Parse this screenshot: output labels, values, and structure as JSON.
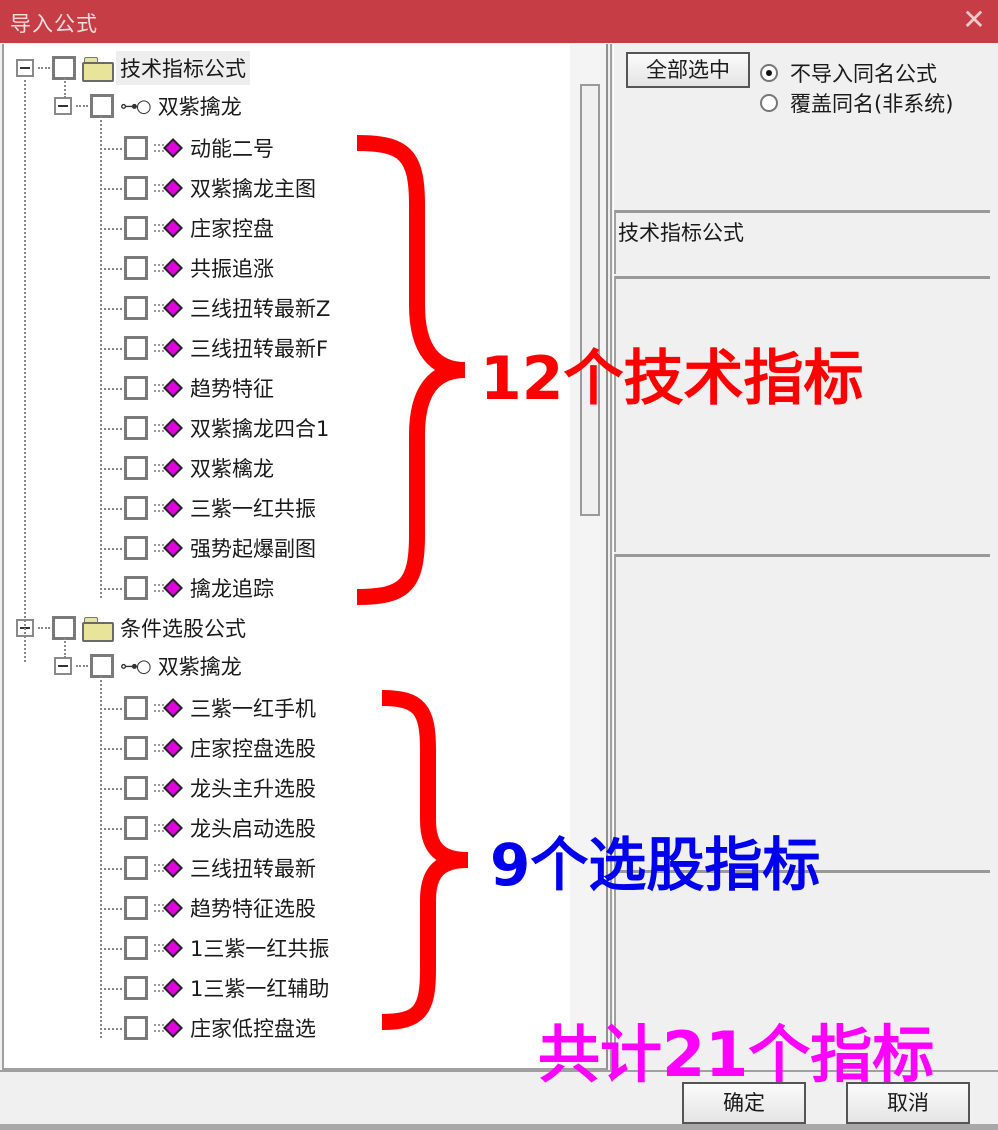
{
  "window": {
    "title": "导入公式",
    "close_glyph": "✕"
  },
  "tree": {
    "groups": [
      {
        "label": "技术指标公式",
        "sub": {
          "label": "双紫擒龙",
          "items": [
            "动能二号",
            "双紫擒龙主图",
            "庄家控盘",
            "共振追涨",
            "三线扭转最新Z",
            "三线扭转最新F",
            "趋势特征",
            "双紫擒龙四合1",
            "双紫檎龙",
            "三紫一红共振",
            "强势起爆副图",
            "擒龙追踪"
          ]
        }
      },
      {
        "label": "条件选股公式",
        "sub": {
          "label": "双紫擒龙",
          "items": [
            "三紫一红手机",
            "庄家控盘选股",
            "龙头主升选股",
            "龙头启动选股",
            "三线扭转最新",
            "趋势特征选股",
            "1三紫一红共振",
            "1三紫一红辅助",
            "庄家低控盘选"
          ]
        }
      }
    ]
  },
  "right_panel": {
    "select_all_label": "全部选中",
    "radio_options": [
      {
        "label": "不导入同名公式",
        "selected": true
      },
      {
        "label": "覆盖同名(非系统)",
        "selected": false
      }
    ],
    "category_text": "技术指标公式"
  },
  "buttons": {
    "ok_label": "确定",
    "cancel_label": "取消"
  },
  "annotations": {
    "tech_count": "12个技术指标",
    "select_count": "9个选股指标",
    "total": "共计21个指标",
    "colors": {
      "tech": "#ff0000",
      "select": "#0000ee",
      "total": "#ff00ff",
      "brace": "#ff0000"
    }
  }
}
